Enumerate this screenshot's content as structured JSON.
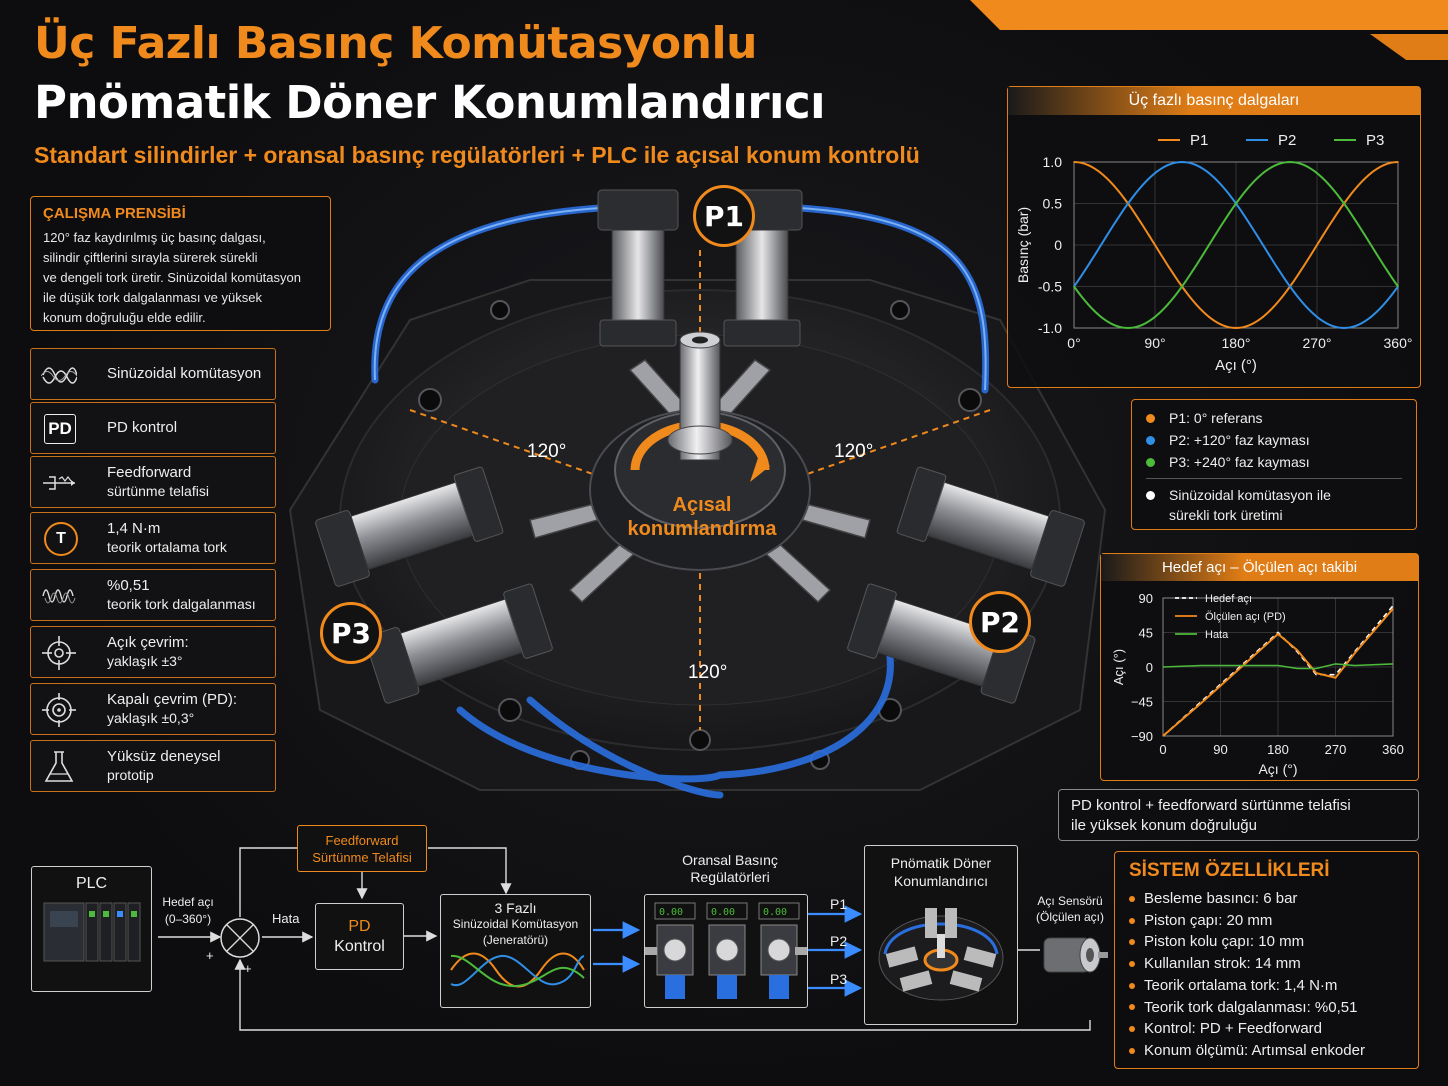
{
  "header": {
    "title_line1": "Üç Fazlı Basınç Komütasyonlu",
    "title_line2": "Pnömatik Döner Konumlandırıcı",
    "subtitle": "Standart silindirler + oransal basınç regülatörleri + PLC ile açısal konum kontrolü"
  },
  "principle": {
    "title": "ÇALIŞMA PRENSİBİ",
    "lines": [
      "120° faz kaydırılmış üç basınç dalgası,",
      "silindir çiftlerini sırayla sürerek sürekli",
      "ve dengeli tork üretir. Sinüzoidal komütasyon",
      "ile düşük tork dalgalanması ve yüksek",
      "konum doğruluğu elde edilir."
    ]
  },
  "features": [
    {
      "icon": "sine-waves-icon",
      "line1": "Sinüzoidal komütasyon",
      "line2": ""
    },
    {
      "icon": "pd-icon",
      "icon_text": "PD",
      "line1": "PD kontrol",
      "line2": ""
    },
    {
      "icon": "feedforward-icon",
      "line1": "Feedforward",
      "line2": "sürtünme telafisi"
    },
    {
      "icon": "torque-icon",
      "icon_text": "T",
      "line1": "1,4 N·m",
      "line2": "teorik ortalama tork"
    },
    {
      "icon": "ripple-wave-icon",
      "line1": "%0,51",
      "line2": "teorik tork dalgalanması"
    },
    {
      "icon": "crosshair-icon",
      "line1": "Açık çevrim:",
      "line2": "yaklaşık ±3°"
    },
    {
      "icon": "target-icon",
      "line1": "Kapalı çevrim (PD):",
      "line2": "yaklaşık ±0,3°"
    },
    {
      "icon": "flask-icon",
      "line1": "Yüksüz deneysel",
      "line2": "prototip"
    }
  ],
  "machine": {
    "phase_labels": [
      "P1",
      "P2",
      "P3"
    ],
    "angle_labels": [
      "120°",
      "120°",
      "120°"
    ],
    "center_label_1": "Açısal",
    "center_label_2": "konumlandırma"
  },
  "colors": {
    "accent": "#f08a1c",
    "p1": "#f08a1c",
    "p2": "#2f8ee6",
    "p3": "#4cba3a",
    "tube": "#2a6fe0"
  },
  "pressure_chart": {
    "header": "Üç fazlı basınç dalgaları",
    "chart_data": {
      "type": "line",
      "title": "Üç fazlı basınç dalgaları",
      "xlabel": "Açı (°)",
      "ylabel": "Basınç (bar)",
      "xlim": [
        0,
        360
      ],
      "ylim": [
        -1.0,
        1.0
      ],
      "x_ticks": [
        "0°",
        "90°",
        "180°",
        "270°",
        "360°"
      ],
      "y_ticks": [
        "1.0",
        "0.5",
        "0",
        "-0.5",
        "-1.0"
      ],
      "legend": "top",
      "grid": true,
      "x": [
        0,
        30,
        60,
        90,
        120,
        150,
        180,
        210,
        240,
        270,
        300,
        330,
        360
      ],
      "series": [
        {
          "name": "P1",
          "values": [
            1.0,
            0.87,
            0.5,
            0.0,
            -0.5,
            -0.87,
            -1.0,
            -0.87,
            -0.5,
            0.0,
            0.5,
            0.87,
            1.0
          ]
        },
        {
          "name": "P2",
          "values": [
            -0.5,
            0.0,
            0.5,
            0.87,
            1.0,
            0.87,
            0.5,
            0.0,
            -0.5,
            -0.87,
            -1.0,
            -0.87,
            -0.5
          ]
        },
        {
          "name": "P3",
          "values": [
            -0.5,
            -0.87,
            -1.0,
            -0.87,
            -0.5,
            0.0,
            0.5,
            0.87,
            1.0,
            0.87,
            0.5,
            0.0,
            -0.5
          ]
        }
      ]
    }
  },
  "phase_legend": [
    {
      "color": "#f08a1c",
      "text": "P1: 0° referans"
    },
    {
      "color": "#2f8ee6",
      "text": "P2: +120° faz kayması"
    },
    {
      "color": "#4cba3a",
      "text": "P3: +240° faz kayması"
    },
    {
      "color": "#ffffff",
      "text": "Sinüzoidal komütasyon ile\nsürekli tork üretimi"
    }
  ],
  "tracking_chart": {
    "header": "Hedef açı – Ölçülen açı takibi",
    "chart_data": {
      "type": "line",
      "title": "Hedef açı – Ölçülen açı takibi",
      "xlabel": "Açı (°)",
      "ylabel": "Açı (°)",
      "xlim": [
        0,
        360
      ],
      "ylim": [
        -90,
        90
      ],
      "x_ticks": [
        "0",
        "90",
        "180",
        "270",
        "360"
      ],
      "y_ticks": [
        "90",
        "45",
        "0",
        "−45",
        "−90"
      ],
      "legend": "top-left",
      "grid": true,
      "x": [
        0,
        60,
        120,
        180,
        210,
        240,
        270,
        300,
        360
      ],
      "series": [
        {
          "name": "Hedef açı",
          "values": [
            -90,
            -45,
            0,
            45,
            20,
            -10,
            -10,
            20,
            80
          ]
        },
        {
          "name": "Ölçülen açı (PD)",
          "values": [
            -90,
            -47,
            -2,
            43,
            22,
            -8,
            -14,
            18,
            76
          ]
        },
        {
          "name": "Hata",
          "values": [
            0,
            2,
            2,
            2,
            -2,
            -2,
            4,
            2,
            4
          ]
        }
      ]
    }
  },
  "pd_note": {
    "line1": "PD kontrol + feedforward sürtünme telafisi",
    "line2": "ile yüksek konum doğruluğu"
  },
  "specs": {
    "title": "SİSTEM ÖZELLİKLERİ",
    "items": [
      "Besleme basıncı: 6 bar",
      "Piston çapı: 20 mm",
      "Piston kolu çapı: 10 mm",
      "Kullanılan strok: 14 mm",
      "Teorik ortalama tork: 1,4 N·m",
      "Teorik tork dalgalanması: %0,51",
      "Kontrol: PD + Feedforward",
      "Konum ölçümü: Artımsal enkoder"
    ]
  },
  "flow": {
    "plc": "PLC",
    "setpoint": "Hedef açı\n(0–360°)",
    "plus1": "+",
    "plus2": "+",
    "error": "Hata",
    "feedforward": "Feedforward\nSürtünme Telafisi",
    "pd": "PD\nKontrol",
    "commutation_title": "3 Fazlı",
    "commutation_sub": "Sinüzoidal Komütasyon\n(Jeneratörü)",
    "regulators": "Oransal Basınç\nRegülatörleri",
    "reg_display": "0.00",
    "p1": "P1",
    "p2": "P2",
    "p3": "P3",
    "actuator": "Pnömatik Döner\nKonumlandırıcı",
    "sensor": "Açı Sensörü\n(Ölçülen açı)"
  }
}
